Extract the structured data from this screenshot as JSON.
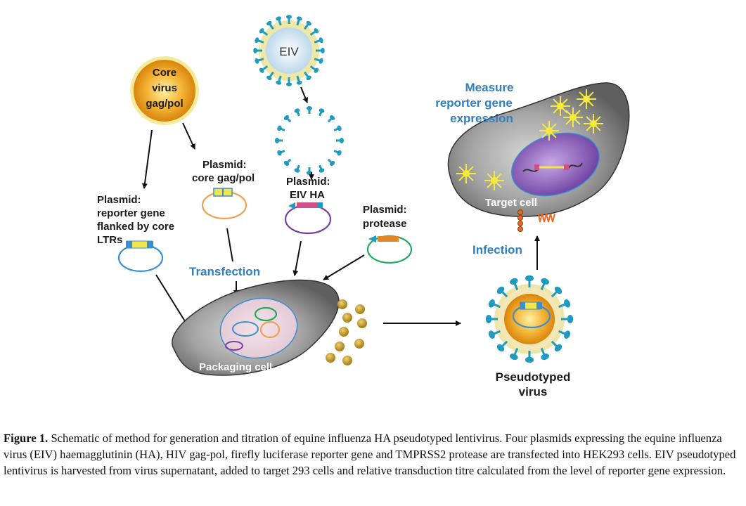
{
  "labels": {
    "core_virus": [
      "Core",
      "virus",
      "gag/pol"
    ],
    "eiv": "EIV",
    "plasmid_reporter": [
      "Plasmid:",
      "reporter gene",
      "flanked by core",
      "LTRs"
    ],
    "plasmid_core": [
      "Plasmid:",
      "core gag/pol"
    ],
    "plasmid_eiv_ha": [
      "Plasmid:",
      "EIV HA"
    ],
    "plasmid_protease": [
      "Plasmid:",
      "protease"
    ],
    "transfection": "Transfection",
    "packaging_cell": "Packaging cell",
    "pseudotyped_virus": [
      "Pseudotyped",
      "virus"
    ],
    "infection": "Infection",
    "target_cell": "Target cell",
    "measure": [
      "Measure",
      "reporter gene",
      "expression"
    ]
  },
  "caption": {
    "label": "Figure 1.",
    "text": " Schematic of method for generation and titration of equine influenza HA pseudotyped lentivirus. Four plasmids expressing the equine influenza virus (EIV) haemagglutinin (HA), HIV gag-pol, firefly luciferase reporter gene and TMPRSS2 protease are transfected into HEK293 cells. EIV pseudotyped lentivirus is harvested from virus supernatant, added to target 293 cells and relative transduction titre calculated from the level of reporter gene expression."
  },
  "colors": {
    "label_blue": "#2f7fc1",
    "spike_teal": "#1e9bbf",
    "core_orange": "#e59a17",
    "cell_gray": "#6f6f6f",
    "reporter_plasmid": "#3a8fd0",
    "gagpol_plasmid": "#f0a050",
    "ha_plasmid": "#7a3fa0",
    "protease_plasmid": "#22a860"
  }
}
